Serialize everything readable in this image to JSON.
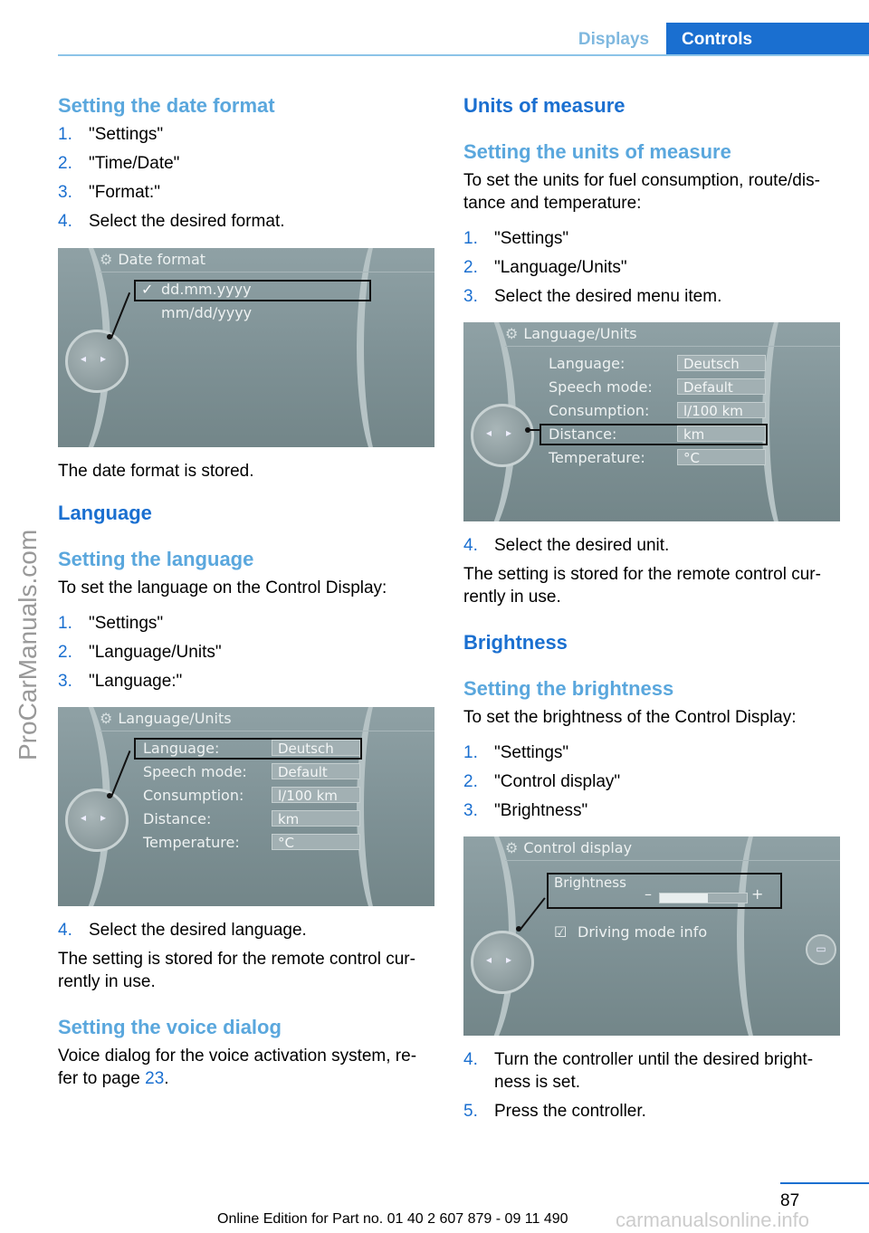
{
  "header": {
    "tab_displays": "Displays",
    "tab_controls": "Controls"
  },
  "left": {
    "date_format": {
      "heading": "Setting the date format",
      "steps": [
        {
          "num": "1.",
          "text": "\"Settings\""
        },
        {
          "num": "2.",
          "text": "\"Time/Date\""
        },
        {
          "num": "3.",
          "text": "\"Format:\""
        },
        {
          "num": "4.",
          "text": "Select the desired format."
        }
      ],
      "screen": {
        "title": "Date format",
        "option1": "dd.mm.yyyy",
        "option2": "mm/dd/yyyy"
      },
      "result": "The date format is stored."
    },
    "language": {
      "section": "Language",
      "heading": "Setting the language",
      "intro": "To set the language on the Control Display:",
      "steps": [
        {
          "num": "1.",
          "text": "\"Settings\""
        },
        {
          "num": "2.",
          "text": "\"Language/Units\""
        },
        {
          "num": "3.",
          "text": "\"Language:\""
        }
      ],
      "step4": {
        "num": "4.",
        "text": "Select the desired language."
      },
      "result": "The setting is stored for the remote control cur-rently in use."
    },
    "voice": {
      "heading": "Setting the voice dialog",
      "text_before": "Voice dialog for the voice activation system, re-fer to page ",
      "page_link": "23",
      "text_after": "."
    }
  },
  "lang_units_screen": {
    "title": "Language/Units",
    "rows": [
      {
        "label": "Language:",
        "value": "Deutsch"
      },
      {
        "label": "Speech mode:",
        "value": "Default"
      },
      {
        "label": "Consumption:",
        "value": "l/100 km"
      },
      {
        "label": "Distance:",
        "value": "km"
      },
      {
        "label": "Temperature:",
        "value": "°C"
      }
    ]
  },
  "right": {
    "units": {
      "section": "Units of measure",
      "heading": "Setting the units of measure",
      "intro": "To set the units for fuel consumption, route/dis-tance and temperature:",
      "steps": [
        {
          "num": "1.",
          "text": "\"Settings\""
        },
        {
          "num": "2.",
          "text": "\"Language/Units\""
        },
        {
          "num": "3.",
          "text": "Select the desired menu item."
        }
      ],
      "step4": {
        "num": "4.",
        "text": "Select the desired unit."
      },
      "result": "The setting is stored for the remote control cur-rently in use."
    },
    "brightness": {
      "section": "Brightness",
      "heading": "Setting the brightness",
      "intro": "To set the brightness of the Control Display:",
      "steps": [
        {
          "num": "1.",
          "text": "\"Settings\""
        },
        {
          "num": "2.",
          "text": "\"Control display\""
        },
        {
          "num": "3.",
          "text": "\"Brightness\""
        }
      ],
      "screen": {
        "title": "Control display",
        "item1": "Brightness",
        "minus": "–",
        "plus": "+",
        "item2": "Driving mode info",
        "level": 0.55
      },
      "steps_after": [
        {
          "num": "4.",
          "text": "Turn the controller until the desired bright-ness is set."
        },
        {
          "num": "5.",
          "text": "Press the controller."
        }
      ]
    }
  },
  "footer": {
    "page_number": "87",
    "edition": "Online Edition for Part no. 01 40 2 607 879 - 09 11 490",
    "watermark_side": "ProCarManuals.com",
    "watermark_bottom": "carmanualsonline.info"
  }
}
